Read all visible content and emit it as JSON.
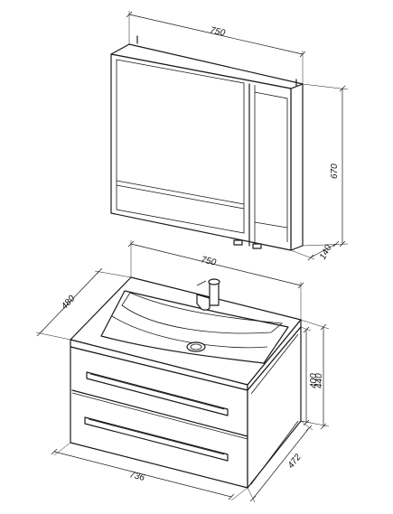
{
  "dimensions": {
    "cabinet_width": "750",
    "cabinet_height": "670",
    "cabinet_depth": "140",
    "vanity_width": "750",
    "vanity_depth": "480",
    "vanity_body_height": "400",
    "vanity_total_height": "440",
    "vanity_front_width": "736",
    "vanity_side_depth": "472"
  }
}
